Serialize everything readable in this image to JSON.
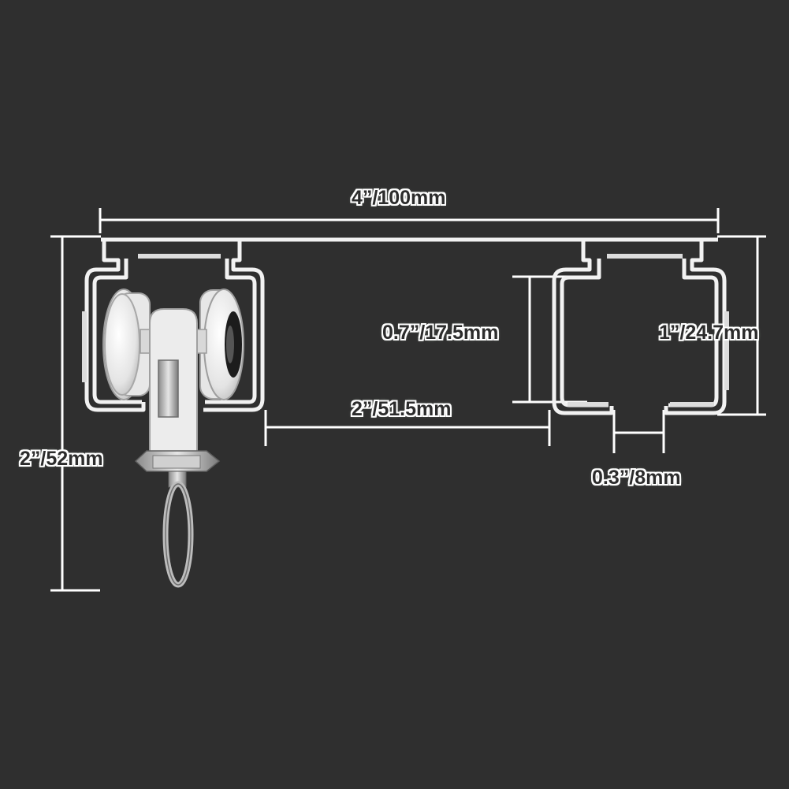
{
  "dimensions": {
    "width": "4”/100mm",
    "inner_height": "0.7”/17.5mm",
    "outer_height": "1”/24.7mm",
    "gap": "2”/51.5mm",
    "slot": "0.3”/8mm",
    "total_height": "2”/52mm"
  },
  "colors": {
    "background": "#2f2f2f",
    "line": "#ffffff",
    "profile": "#f4f4f4",
    "roller": "#e9e9e9",
    "metal": "#b8b8b8"
  }
}
